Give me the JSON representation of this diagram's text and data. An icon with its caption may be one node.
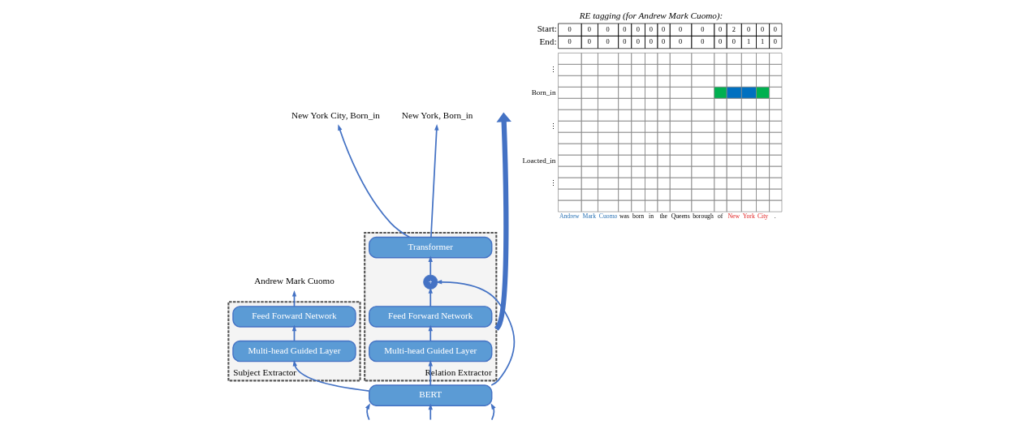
{
  "diagram": {
    "nodes": [
      {
        "text": [
          "Subject Extractor"
        ]
      },
      {
        "text": [
          "Feed Forward Network"
        ],
        "in": 0
      },
      {
        "text": [
          "Multi-head Guided Layer"
        ],
        "in": 0
      },
      {
        "text": [
          "Relation Extractor"
        ]
      },
      {
        "text": [
          "Transformer"
        ],
        "in": 3
      },
      {
        "text": [
          "+"
        ],
        "in": 3
      },
      {
        "text": [
          "Feed Forward Network"
        ],
        "in": 3
      },
      {
        "text": [
          "Multi-head Guided Layer"
        ],
        "in": 3
      },
      {
        "text": [
          "BERT"
        ]
      },
      {
        "text": [
          "Andrew Mark Cuomo"
        ]
      },
      {
        "text": [
          "New York City, Born_in"
        ]
      },
      {
        "text": [
          "New York, Born_in"
        ]
      }
    ],
    "edges": [
      {
        "from": 2,
        "to": 1,
        "arrow": "to"
      },
      {
        "from": 1,
        "to": 9,
        "arrow": "to"
      },
      {
        "from": 7,
        "to": 6,
        "arrow": "to"
      },
      {
        "from": 6,
        "to": 5,
        "arrow": "to"
      },
      {
        "from": 5,
        "to": 4,
        "arrow": "to"
      },
      {
        "from": 4,
        "to": 10,
        "arrow": "to"
      },
      {
        "from": 4,
        "to": 11,
        "arrow": "to"
      },
      {
        "from": 8,
        "to": 2,
        "arrow": "to"
      },
      {
        "from": 8,
        "to": 7,
        "arrow": "to"
      },
      {
        "from": 8,
        "to": 5,
        "arrow": "to"
      },
      {
        "from": null,
        "to": 8,
        "arrow": "to"
      },
      {
        "from": null,
        "to": 8,
        "arrow": "to"
      },
      {
        "from": null,
        "to": 8,
        "arrow": "to"
      },
      {
        "from": 3,
        "to": null,
        "arrow": "to",
        "style": "thick"
      }
    ],
    "labels": [
      "RE tagging (for Andrew Mark Cuomo):",
      "Start:",
      "0",
      "0",
      "0",
      "0",
      "0",
      "0",
      "0",
      "0",
      "0",
      "0",
      "2",
      "0",
      "0",
      "0",
      "End:",
      "0",
      "0",
      "0",
      "0",
      "0",
      "0",
      "0",
      "0",
      "0",
      "0",
      "0",
      "1",
      "1",
      "0",
      "⋮",
      "Born_in",
      "⋮",
      "Loacted_in",
      "⋮",
      "Andrew",
      "Mark",
      "Cuomo",
      "was",
      "born",
      "in",
      "the",
      "Queens",
      "borough",
      "of",
      "New",
      "York",
      "City",
      "."
    ]
  }
}
